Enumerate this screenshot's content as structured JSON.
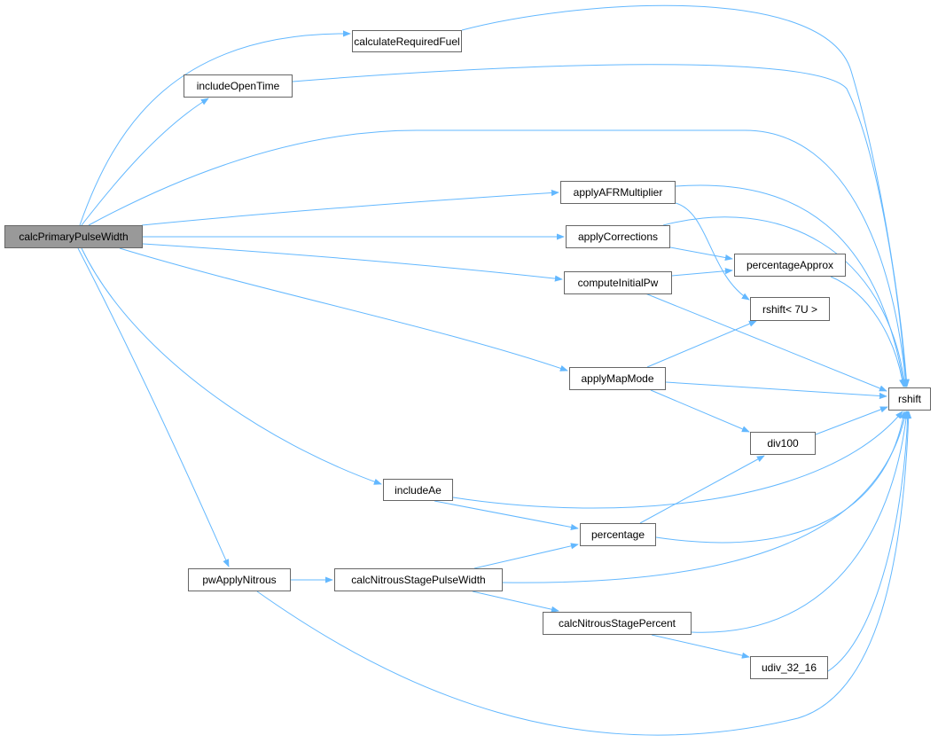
{
  "graph": {
    "root": "calcPrimaryPulseWidth",
    "nodes": {
      "calcPrimaryPulseWidth": "calcPrimaryPulseWidth",
      "calculateRequiredFuel": "calculateRequiredFuel",
      "includeOpenTime": "includeOpenTime",
      "applyAFRMultiplier": "applyAFRMultiplier",
      "applyCorrections": "applyCorrections",
      "computeInitialPw": "computeInitialPw",
      "percentageApprox": "percentageApprox",
      "rshift7U": "rshift< 7U >",
      "applyMapMode": "applyMapMode",
      "rshift": "rshift",
      "div100": "div100",
      "includeAe": "includeAe",
      "percentage": "percentage",
      "pwApplyNitrous": "pwApplyNitrous",
      "calcNitrousStagePulseWidth": "calcNitrousStagePulseWidth",
      "calcNitrousStagePercent": "calcNitrousStagePercent",
      "udiv_32_16": "udiv_32_16"
    },
    "colors": {
      "edge": "#63b8ff",
      "root_fill": "#999999",
      "node_border": "#666666"
    }
  }
}
